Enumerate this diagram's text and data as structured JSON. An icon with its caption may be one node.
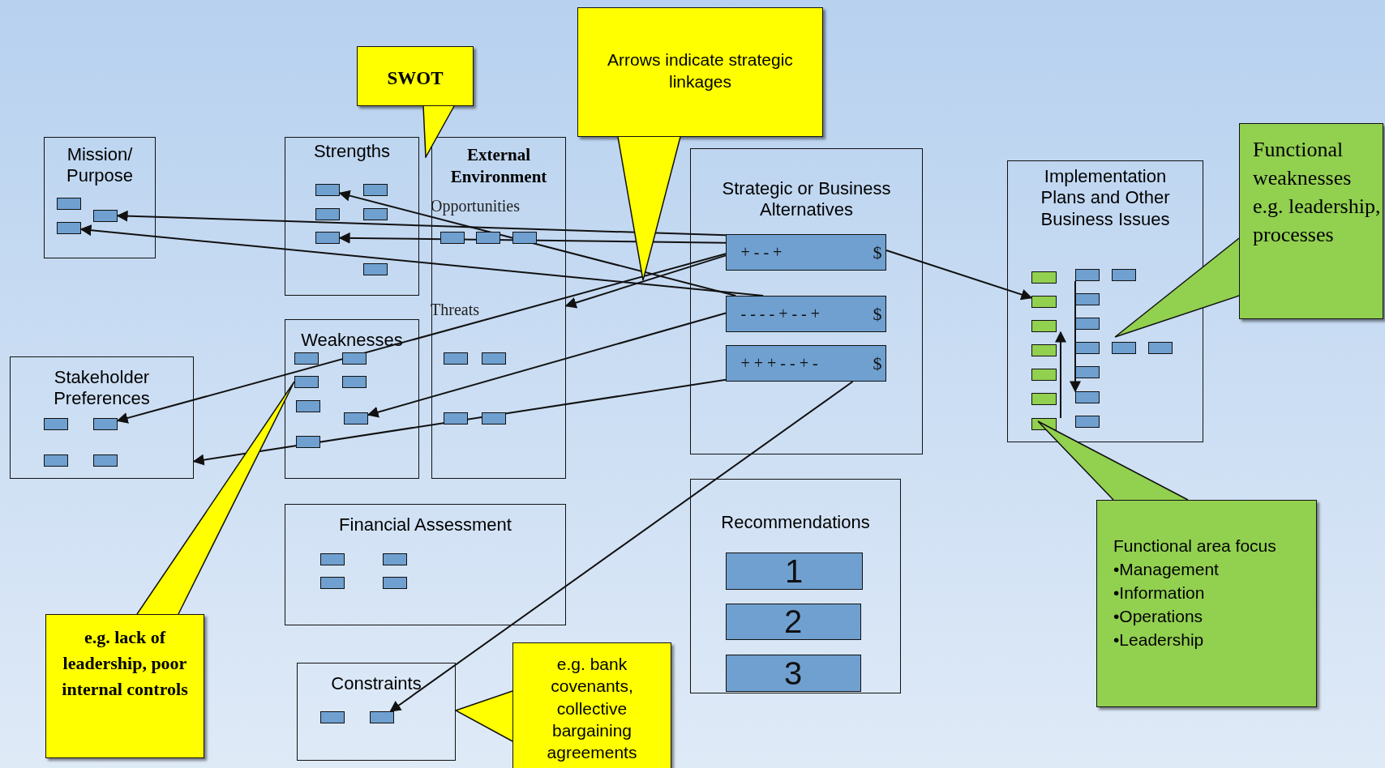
{
  "diagram": {
    "nodes": [
      {
        "text": [
          "Mission/ Purpose"
        ]
      },
      {
        "text": [
          "Strengths"
        ]
      },
      {
        "text": [
          "External Environment",
          "Opportunities",
          "Threats"
        ]
      },
      {
        "text": [
          "Strategic or Business Alternatives"
        ]
      },
      {
        "text": [
          "Implementation Plans and Other Business Issues"
        ]
      },
      {
        "text": [
          "Stakeholder Preferences"
        ]
      },
      {
        "text": [
          "Weaknesses"
        ]
      },
      {
        "text": [
          "Financial Assessment"
        ]
      },
      {
        "text": [
          "Recommendations"
        ]
      },
      {
        "text": [
          "Constraints"
        ]
      },
      {
        "text": [
          "SWOT"
        ]
      },
      {
        "text": [
          "Arrows indicate strategic linkages"
        ]
      },
      {
        "text": [
          "Functional weaknesses e.g. leadership, processes"
        ]
      },
      {
        "text": [
          "e.g. lack of leadership, poor internal controls"
        ]
      },
      {
        "text": [
          "e.g. bank covenants, collective bargaining agreements"
        ]
      },
      {
        "text": [
          "Functional area focus",
          "•Management",
          "•Information",
          "•Operations",
          "•Leadership"
        ]
      },
      {
        "text": [
          "+ - - +",
          "$"
        ],
        "in": 3
      },
      {
        "text": [
          "- - - - + - - +",
          "$"
        ],
        "in": 3
      },
      {
        "text": [
          "+ + + - - + -",
          "$"
        ],
        "in": 3
      },
      {
        "text": [
          "1"
        ],
        "in": 8
      },
      {
        "text": [
          "2"
        ],
        "in": 8
      },
      {
        "text": [
          "3"
        ],
        "in": 8
      },
      {
        "text": [],
        "shape": "box",
        "in": 0
      },
      {
        "text": [],
        "shape": "box",
        "in": 0
      },
      {
        "text": [],
        "shape": "box",
        "in": 0
      },
      {
        "text": [],
        "shape": "box",
        "in": 1
      },
      {
        "text": [],
        "shape": "box",
        "in": 1
      },
      {
        "text": [],
        "shape": "box",
        "in": 1
      },
      {
        "text": [],
        "shape": "box",
        "in": 1
      },
      {
        "text": [],
        "shape": "box",
        "in": 1
      },
      {
        "text": [],
        "shape": "box",
        "in": 1
      },
      {
        "text": [],
        "shape": "box",
        "in": 2
      },
      {
        "text": [],
        "shape": "box",
        "in": 2
      },
      {
        "text": [],
        "shape": "box",
        "in": 2
      },
      {
        "text": [],
        "shape": "box",
        "in": 2
      },
      {
        "text": [],
        "shape": "box",
        "in": 2
      },
      {
        "text": [],
        "shape": "box",
        "in": 2
      },
      {
        "text": [],
        "shape": "box",
        "in": 2
      },
      {
        "text": [],
        "shape": "box",
        "in": 6
      },
      {
        "text": [],
        "shape": "box",
        "in": 6
      },
      {
        "text": [],
        "shape": "box",
        "in": 6
      },
      {
        "text": [],
        "shape": "box",
        "in": 6
      },
      {
        "text": [],
        "shape": "box",
        "in": 6
      },
      {
        "text": [],
        "shape": "box",
        "in": 6
      },
      {
        "text": [],
        "shape": "box",
        "in": 6
      },
      {
        "text": [],
        "shape": "box",
        "in": 5
      },
      {
        "text": [],
        "shape": "box",
        "in": 5
      },
      {
        "text": [],
        "shape": "box",
        "in": 5
      },
      {
        "text": [],
        "shape": "box",
        "in": 5
      },
      {
        "text": [],
        "shape": "box",
        "in": 7
      },
      {
        "text": [],
        "shape": "box",
        "in": 7
      },
      {
        "text": [],
        "shape": "box",
        "in": 7
      },
      {
        "text": [],
        "shape": "box",
        "in": 7
      },
      {
        "text": [],
        "shape": "box",
        "in": 9
      },
      {
        "text": [],
        "shape": "box",
        "in": 9
      },
      {
        "text": [],
        "shape": "box",
        "in": 4
      },
      {
        "text": [],
        "shape": "box",
        "in": 4
      },
      {
        "text": [],
        "shape": "box",
        "in": 4
      },
      {
        "text": [],
        "shape": "box",
        "in": 4
      },
      {
        "text": [],
        "shape": "box",
        "in": 4
      },
      {
        "text": [],
        "shape": "box",
        "in": 4
      },
      {
        "text": [],
        "shape": "box",
        "in": 4
      },
      {
        "text": [],
        "shape": "box",
        "in": 4
      },
      {
        "text": [],
        "shape": "box",
        "in": 4
      },
      {
        "text": [],
        "shape": "box",
        "in": 4
      },
      {
        "text": [],
        "shape": "box",
        "in": 4
      },
      {
        "text": [],
        "shape": "box",
        "in": 4
      },
      {
        "text": [],
        "shape": "box",
        "in": 4
      },
      {
        "text": [],
        "shape": "box",
        "in": 4
      },
      {
        "text": [],
        "shape": "box",
        "in": 4
      },
      {
        "text": [],
        "shape": "box",
        "in": 4
      },
      {
        "text": [],
        "shape": "box",
        "in": 4
      }
    ],
    "edges": [
      {
        "from": 16,
        "to": 23,
        "arrow": "to"
      },
      {
        "from": 17,
        "to": 24,
        "arrow": "to"
      },
      {
        "from": 16,
        "to": 29,
        "arrow": "to"
      },
      {
        "from": 17,
        "to": 25,
        "arrow": "to"
      },
      {
        "from": 16,
        "to": 2,
        "arrow": "to"
      },
      {
        "from": 16,
        "to": 46,
        "arrow": "to"
      },
      {
        "from": 17,
        "to": 43,
        "arrow": "to"
      },
      {
        "from": 18,
        "to": 5,
        "arrow": "to"
      },
      {
        "from": 16,
        "to": 56,
        "arrow": "to"
      },
      {
        "from": 18,
        "to": 54,
        "arrow": "to"
      },
      {
        "from": 62,
        "to": 67,
        "arrow": "to"
      },
      {
        "from": 61,
        "to": 57,
        "arrow": "to"
      }
    ]
  }
}
